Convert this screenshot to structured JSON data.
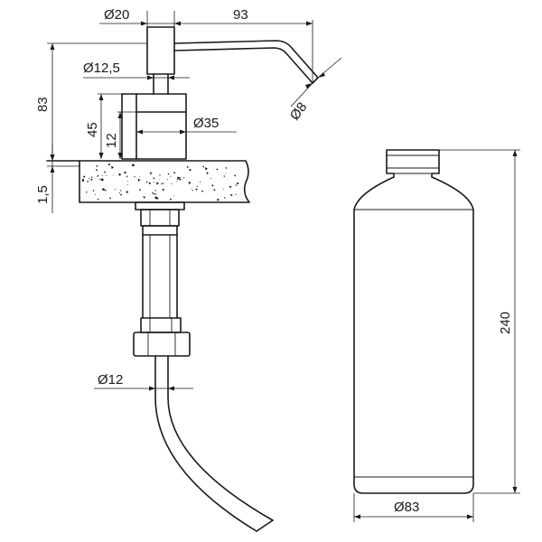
{
  "labels": {
    "d20": "Ø20",
    "len93": "93",
    "d12_5": "Ø12,5",
    "h83": "83",
    "h45": "45",
    "h12": "12",
    "d35": "Ø35",
    "d8": "Ø8",
    "t1_5": "1,5",
    "d12": "Ø12",
    "h240": "240",
    "d83": "Ø83"
  },
  "colors": {
    "line": "#1a1a1a",
    "background": "#ffffff"
  }
}
